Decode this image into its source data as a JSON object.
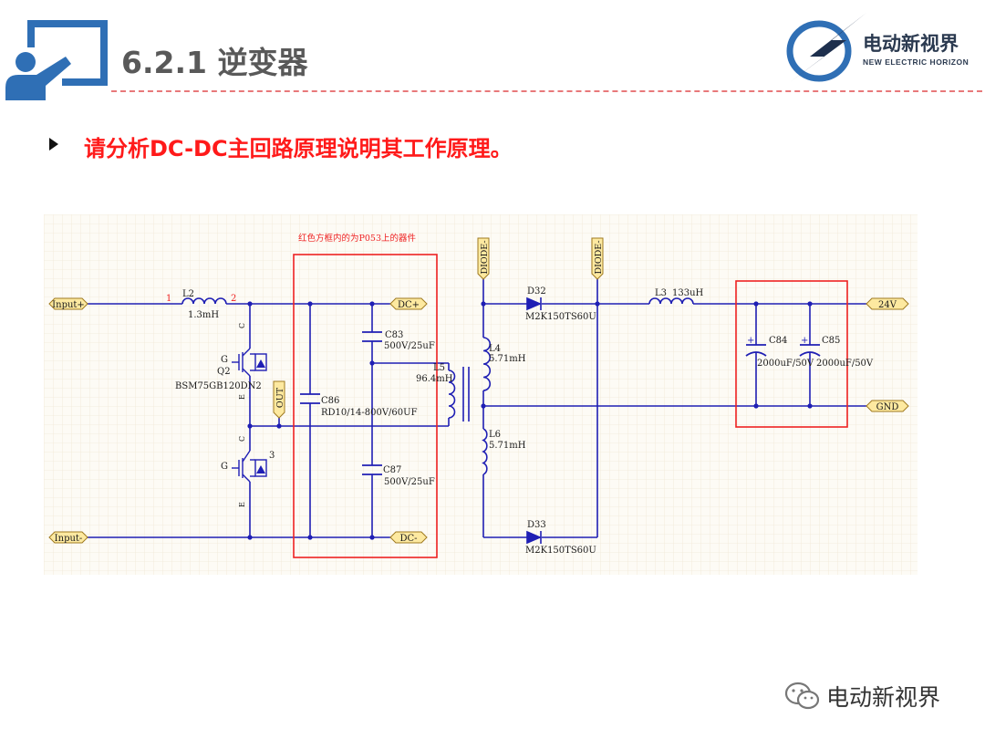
{
  "header": {
    "title": "6.2.1 逆变器",
    "brand_name": "电动新视界",
    "brand_sub": "NEW ELECTRIC HORIZON"
  },
  "question": "请分析DC-DC主回路原理说明其工作原理。",
  "schematic": {
    "note": "红色方框内的为P053上的器件",
    "ports": {
      "input_pos": "Input+",
      "input_neg": "Input-",
      "dc_pos": "DC+",
      "dc_neg": "DC-",
      "diode_1": "DIODE-",
      "diode_2": "DIODE-",
      "out": "OUT",
      "out_24v": "24V",
      "gnd": "GND"
    },
    "components": {
      "l2_name": "L2",
      "l2_value": "1.3mH",
      "l2_pin1": "1",
      "l2_pin2": "2",
      "q2_name": "Q2",
      "q2_part": "BSM75GB120DN2",
      "gate_label": "G",
      "collector_label": "C",
      "emitter_label": "E",
      "pin3": "3",
      "c83_name": "C83",
      "c83_value": "500V/25uF",
      "c86_name": "C86",
      "c86_value": "RD10/14-800V/60UF",
      "c87_name": "C87",
      "c87_value": "500V/25uF",
      "l5_name": "L5",
      "l5_value": "96.4mH",
      "l4_name": "L4",
      "l4_value": "5.71mH",
      "l6_name": "L6",
      "l6_value": "5.71mH",
      "d32_name": "D32",
      "d32_part": "M2K150TS60U",
      "d33_name": "D33",
      "d33_part": "M2K150TS60U",
      "l3_name": "L3",
      "l3_value": "133uH",
      "c84_name": "C84",
      "c84_value": "2000uF/50V",
      "c85_name": "C85",
      "c85_value": "2000uF/50V"
    }
  },
  "watermark": "电动新视界",
  "colors": {
    "wire": "#1f1fb4",
    "title_red": "#ff1a1a",
    "box_red": "#ee2222",
    "port_fill": "#fde9a0",
    "icon_blue": "#2f6fb5"
  }
}
